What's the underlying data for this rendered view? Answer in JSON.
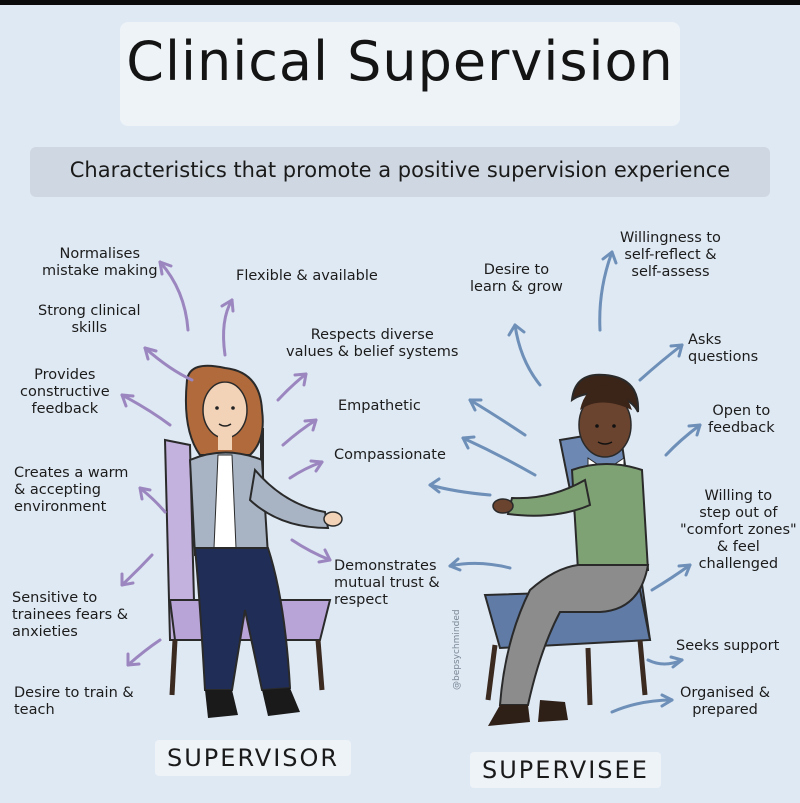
{
  "title": "Clinical Supervision",
  "subtitle": "Characteristics that promote a positive supervision experience",
  "supervisor": {
    "role": "SUPERVISOR",
    "traits": [
      "Normalises\nmistake making",
      "Strong clinical\nskills",
      "Provides\nconstructive\nfeedback",
      "Creates a warm\n& accepting\nenvironment",
      "Sensitive to\ntrainees fears &\nanxieties",
      "Desire to train &\nteach"
    ]
  },
  "shared": {
    "traits": [
      "Flexible & available",
      "Respects diverse\nvalues & belief systems",
      "Empathetic",
      "Compassionate",
      "Demonstrates\nmutual trust &\nrespect"
    ]
  },
  "supervisee": {
    "role": "SUPERVISEE",
    "traits": [
      "Desire to\nlearn & grow",
      "Willingness to\nself-reflect &\nself-assess",
      "Asks\nquestions",
      "Open to\nfeedback",
      "Willing to\nstep out of\n\"comfort zones\"\n& feel\nchallenged",
      "Seeks support",
      "Organised &\nprepared"
    ]
  },
  "credit": "@bepsychminded",
  "colors": {
    "background": "#dfe9f3",
    "arrow_supervisor": "#9b86bf",
    "arrow_supervisee": "#6d8fb8",
    "chair_supervisor": "#c3b1de",
    "chair_supervisee": "#6d89b3"
  }
}
